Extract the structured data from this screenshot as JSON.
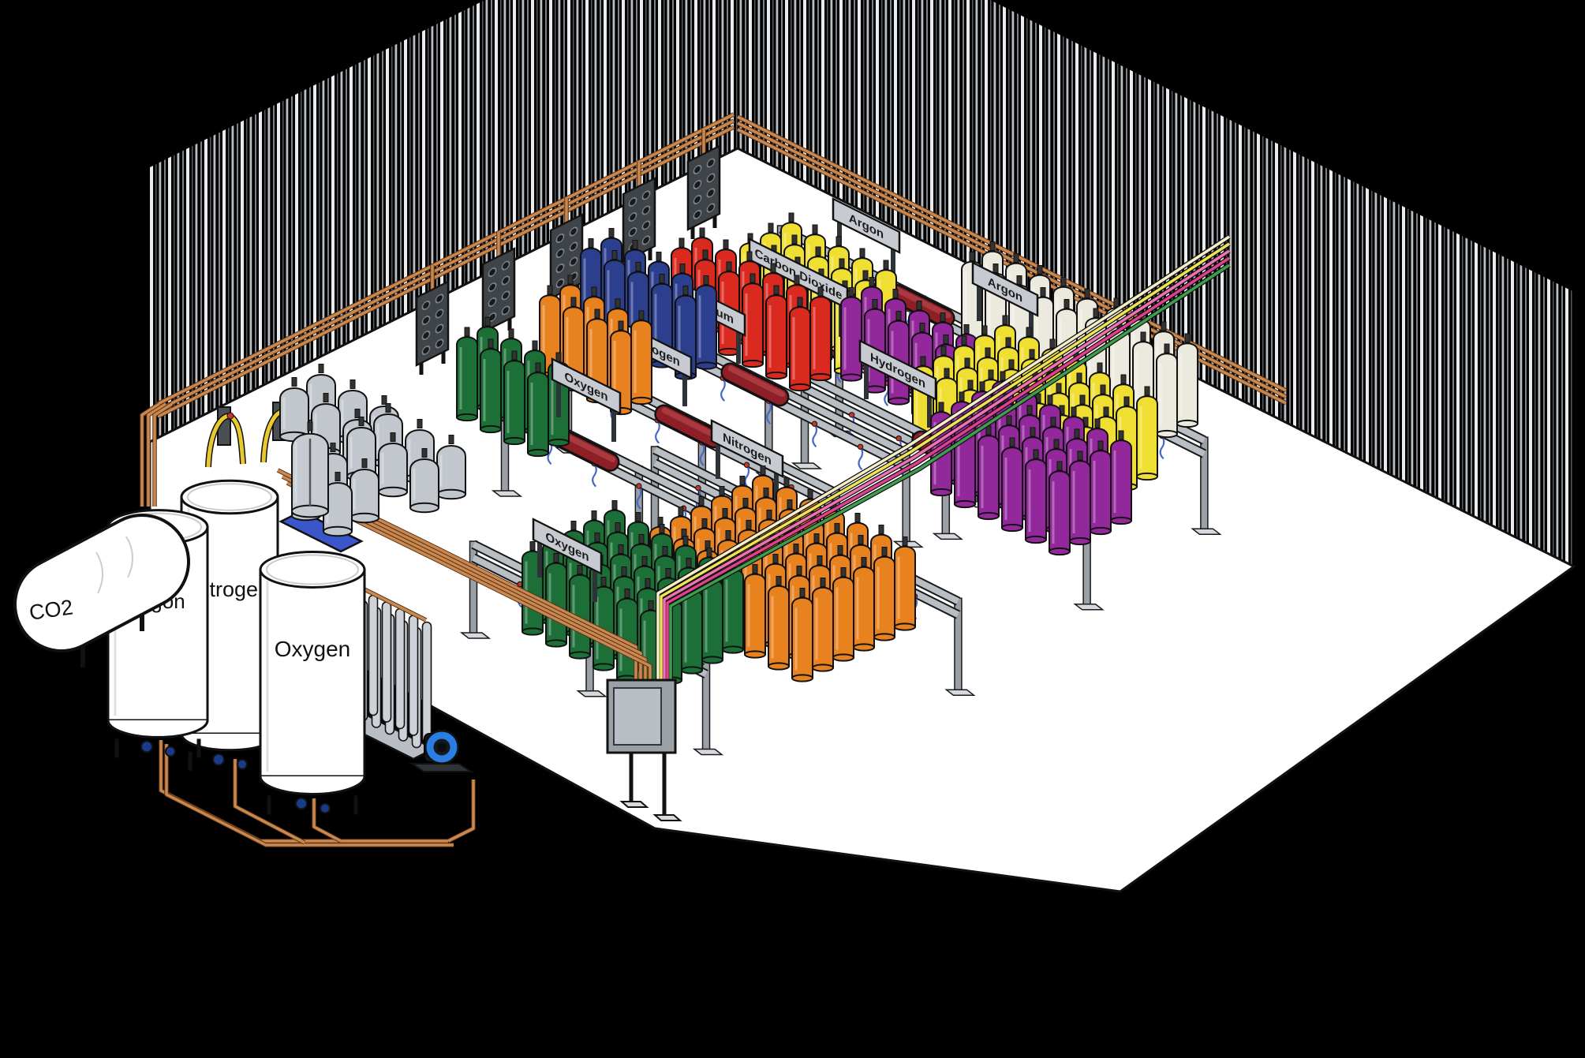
{
  "colors": {
    "background": "#000000",
    "wall_stripe_bright": "#e9ebed",
    "wall_stripe_mid": "#b9bdc1",
    "wall_stripe_dim": "#7d8288",
    "wall_stripe_faint": "#565b60",
    "floor": "#ffffff",
    "outline": "#111111",
    "copper": "#c98850",
    "copper_dark": "#5a3214",
    "steel_light": "#d5d9dd",
    "steel": "#b9bec4",
    "steel_mid": "#9aa0a6",
    "steel_dark": "#6d7278",
    "panel_dark": "#3f4449",
    "sign_plate": "#c7cbd1",
    "sign_text": "#1a1a1a",
    "red_header": "#8e1f26",
    "red_header_hi": "#a83a40",
    "hose_blue": "#4668c8",
    "hose_yellow": "#e8c92e",
    "valve_red": "#c0392b",
    "valve_blue": "#1a3a8c",
    "pallet_blue": "#3a56c8",
    "pump_blue": "#2a7de1",
    "tank_white": "#ffffff",
    "line_cream": "#f5eec9",
    "line_yellow": "#f0e455",
    "line_pink": "#f171b2",
    "line_magenta": "#e0408e",
    "line_green": "#3f9e4d"
  },
  "bulk_tanks": [
    {
      "id": "co2",
      "label": "CO2"
    },
    {
      "id": "argon",
      "label": "Argon"
    },
    {
      "id": "nitrogen",
      "label": "Nitrogen"
    },
    {
      "id": "oxygen",
      "label": "Oxygen"
    }
  ],
  "station_signs": [
    {
      "id": "oxygen-1",
      "label": "Oxygen"
    },
    {
      "id": "nitrogen-1",
      "label": "Nitrogen"
    },
    {
      "id": "helium",
      "label": "Helium"
    },
    {
      "id": "carbon-dioxide",
      "label": "Carbon Dioxide"
    },
    {
      "id": "argon-1",
      "label": "Argon"
    },
    {
      "id": "argon-2",
      "label": "Argon"
    },
    {
      "id": "hydrogen",
      "label": "Hydrogen"
    },
    {
      "id": "nitrogen-2",
      "label": "Nitrogen"
    },
    {
      "id": "oxygen-2",
      "label": "Oxygen"
    }
  ],
  "cylinder_groups": [
    {
      "id": "green-a",
      "color": "#1d6f38",
      "rows": 2,
      "cols": 4
    },
    {
      "id": "orange-a",
      "color": "#e8821e",
      "rows": 2,
      "cols": 4
    },
    {
      "id": "blue-a",
      "color": "#2c3f8f",
      "rows": 2,
      "cols": 5
    },
    {
      "id": "red-a",
      "color": "#da2a20",
      "rows": 2,
      "cols": 6
    },
    {
      "id": "yellow-a",
      "color": "#f0df33",
      "rows": 3,
      "cols": 5
    },
    {
      "id": "ivory-a",
      "color": "#eceadf",
      "rows": 2,
      "cols": 5
    },
    {
      "id": "ivory-b",
      "color": "#eceadf",
      "rows": 2,
      "cols": 4
    },
    {
      "id": "purple-a",
      "color": "#93279c",
      "rows": 2,
      "cols": 5
    },
    {
      "id": "yellow-b",
      "color": "#f0df33",
      "rows": 5,
      "cols": 7
    },
    {
      "id": "purple-b",
      "color": "#93279c",
      "rows": 4,
      "cols": 6
    },
    {
      "id": "orange-b",
      "color": "#e8821e",
      "rows": 6,
      "cols": 7
    },
    {
      "id": "green-b",
      "color": "#1d6f38",
      "rows": 5,
      "cols": 6
    },
    {
      "id": "dewar-a",
      "color": "#c2c7cd",
      "rows": 2,
      "cols": 3
    },
    {
      "id": "dewar-b",
      "color": "#c2c7cd",
      "rows": 2,
      "cols": 3
    },
    {
      "id": "dewar-c",
      "color": "#c2c7cd",
      "rows": 2,
      "cols": 2
    }
  ]
}
